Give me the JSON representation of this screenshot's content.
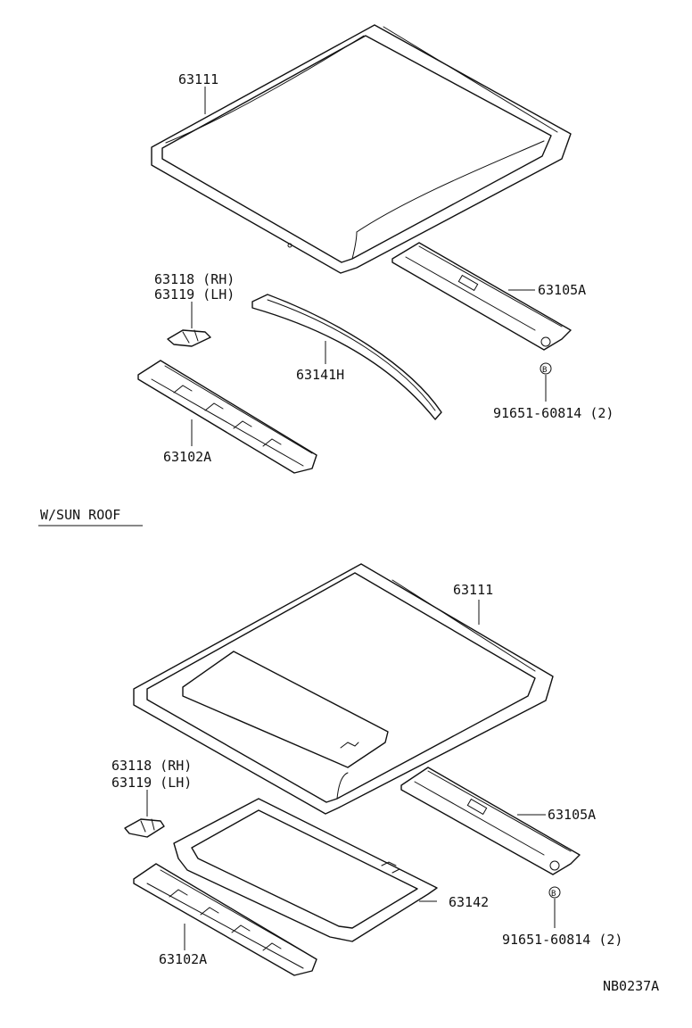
{
  "top_section": {
    "roof_panel_label": "63111",
    "bracket_labels": [
      "63118 (RH)",
      "63119 (LH)"
    ],
    "rail_front_label": "63105A",
    "bow_label": "63141H",
    "rail_rear_label": "63102A",
    "bolt_label": "91651-60814 (2)"
  },
  "section_header": "W/SUN ROOF",
  "bottom_section": {
    "roof_panel_label": "63111",
    "bracket_labels": [
      "63118 (RH)",
      "63119 (LH)"
    ],
    "rail_front_label": "63105A",
    "reinforcement_label": "63142",
    "rail_rear_label": "63102A",
    "bolt_label": "91651-60814 (2)"
  },
  "diagram_code": "NB0237A"
}
